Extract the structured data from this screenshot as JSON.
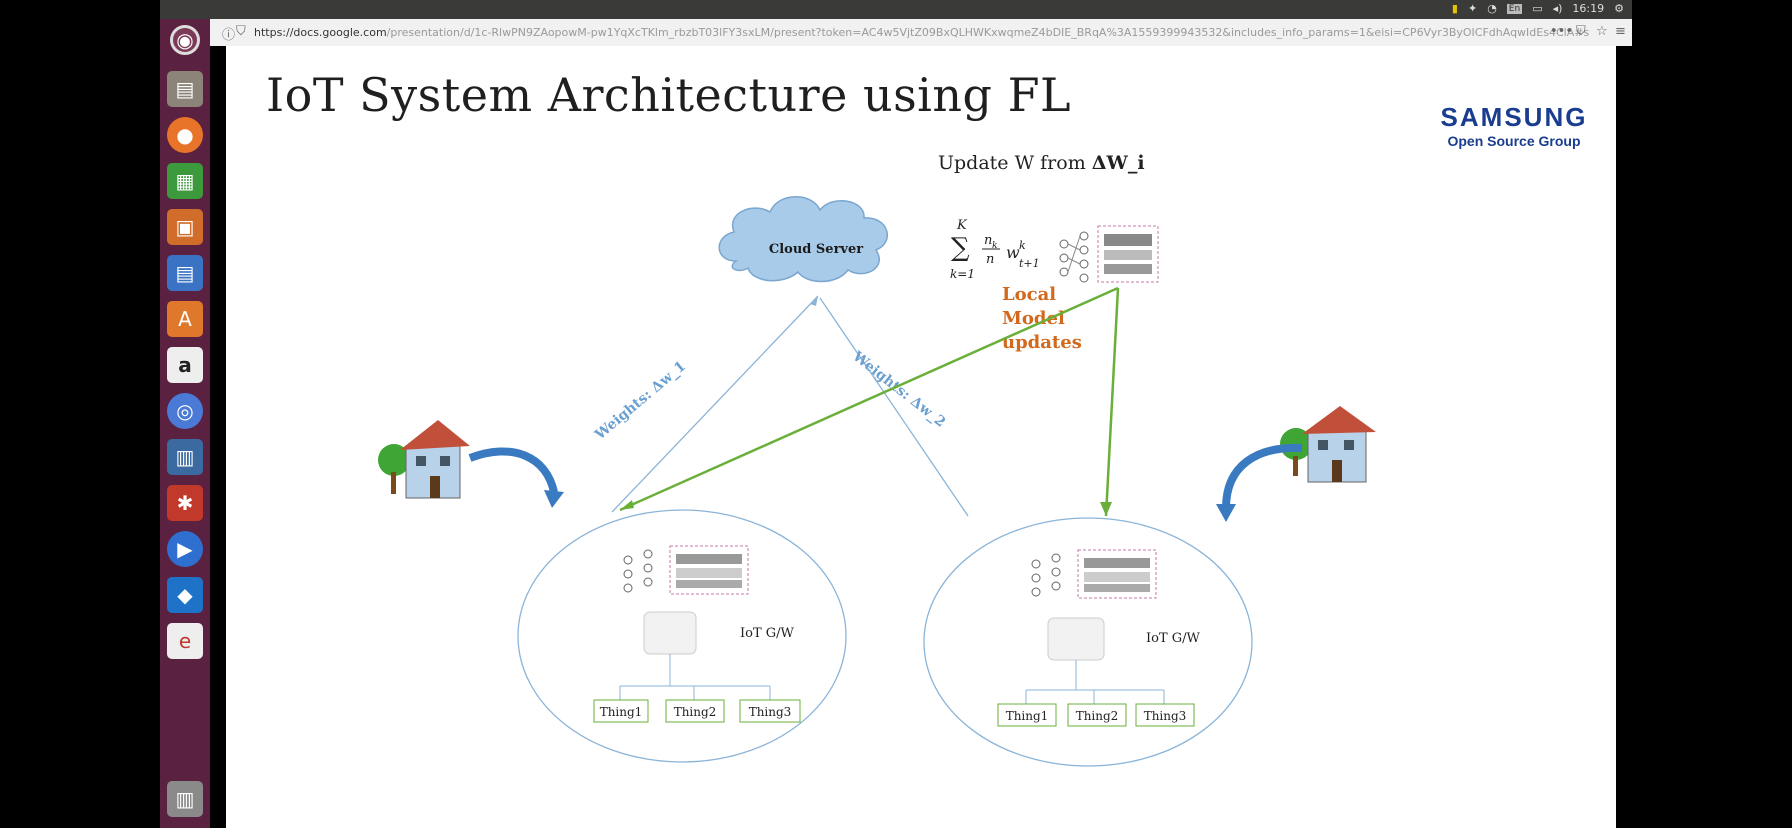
{
  "topbar": {
    "clock": "16:19",
    "keyboard": "En"
  },
  "browser": {
    "url_host": "https://docs.google.com",
    "url_path": "/presentation/d/1c-RlwPN9ZAopowM-pw1YqXcTKlm_rbzbT03lFY3sxLM/present?token=AC4w5VjtZ09BxQLHWKxwqmeZ4bDIE_BRqA%3A1559399943532&includes_info_params=1&eisi=CP6Vyr3ByOICFdhAqwIdEs4ClA#s"
  },
  "slide": {
    "title": "IoT System Architecture using FL",
    "brand": "SAMSUNG",
    "brand_sub": "Open Source Group",
    "update_label": "Update W from ",
    "update_bold": "ΔW_i",
    "cloud_label": "Cloud Server",
    "weights_left": "Weights: Δw_1",
    "weights_right": "Weights: Δw_2",
    "local_updates": [
      "Local",
      "Model",
      "updates"
    ],
    "formula": {
      "sum_top": "K",
      "sum_bottom": "k=1",
      "frac_num": "n",
      "frac_num_sub": "k",
      "frac_den": "n",
      "w": "w",
      "w_sup": "k",
      "w_sub": "t+1"
    },
    "left_gateway": {
      "label": "IoT G/W",
      "things": [
        "Thing1",
        "Thing2",
        "Thing3"
      ]
    },
    "right_gateway": {
      "label": "IoT G/W",
      "things": [
        "Thing1",
        "Thing2",
        "Thing3"
      ]
    }
  },
  "colors": {
    "accent_orange": "#d2691e",
    "line_blue": "#8ab4d8",
    "line_green": "#6aaf3a",
    "brand_blue": "#1a3d8f",
    "launcher": "#5b2140"
  },
  "launcher_icons": [
    "ubuntu-dash-icon",
    "files-icon",
    "firefox-icon",
    "calc-icon",
    "impress-icon",
    "writer-icon",
    "software-center-icon",
    "amazon-icon",
    "chromium-icon",
    "system-monitor-icon",
    "settings-icon",
    "media-player-icon",
    "virtualbox-icon",
    "pdf-viewer-icon",
    "trash-icon"
  ]
}
